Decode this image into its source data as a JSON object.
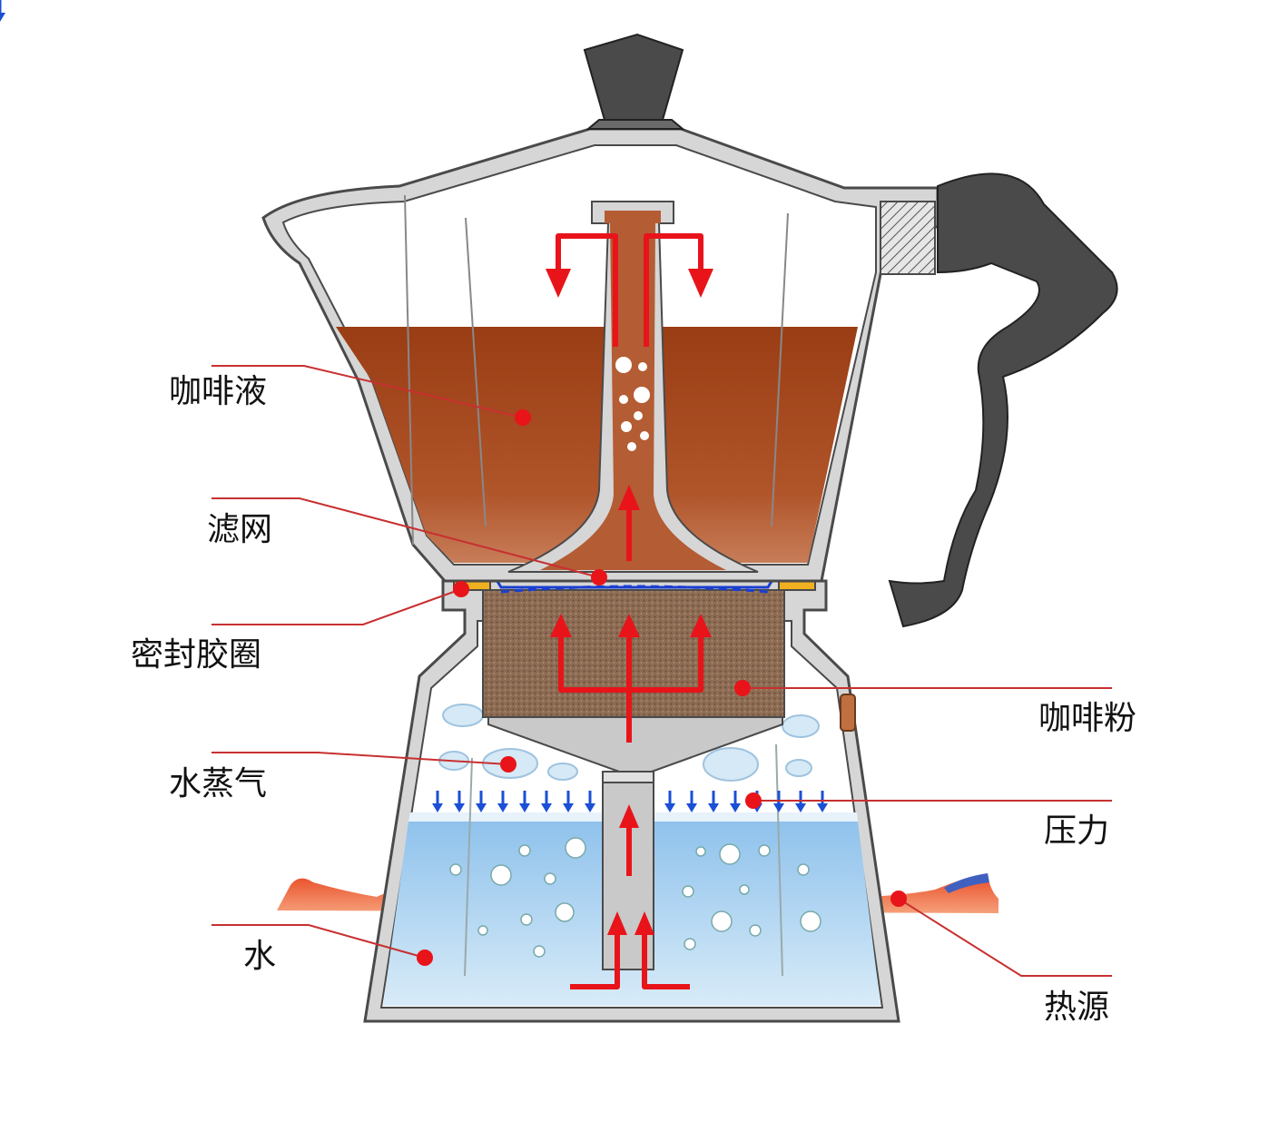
{
  "labels": {
    "coffee_liquid": "咖啡液",
    "filter_screen": "滤网",
    "gasket": "密封胶圈",
    "steam": "水蒸气",
    "water": "水",
    "coffee_grounds": "咖啡粉",
    "pressure": "压力",
    "heat_source": "热源"
  },
  "colors": {
    "pot_body": "#d0d0d0",
    "pot_outline": "#4a4a4a",
    "handle": "#4a4a4a",
    "knob": "#4a4a4a",
    "coffee": "#a9491e",
    "grounds": "#8b6a52",
    "water": "#a9cfee",
    "steam": "#cfe6f5",
    "arrow_red": "#e8141a",
    "pressure_blue": "#1a4fd6",
    "gasket_yellow": "#f0b020",
    "flame": "#e8603a",
    "leader_line": "#c83030"
  }
}
